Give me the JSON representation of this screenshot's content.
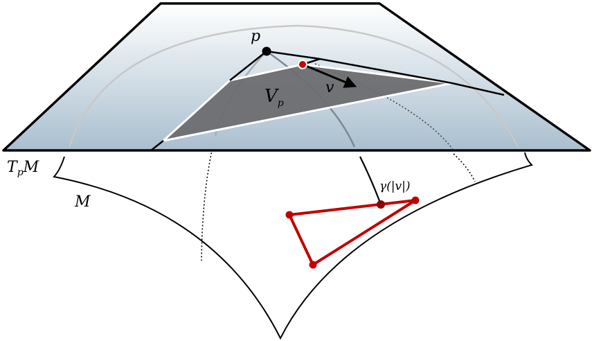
{
  "labels": {
    "tangent_plane": {
      "main": "T",
      "sub": "p",
      "rest": "M"
    },
    "manifold": "M",
    "point": "p",
    "vector": "v",
    "domain": {
      "main": "V",
      "sub": "p"
    },
    "geodesic_point": "γ(|v|)"
  },
  "colors": {
    "plane_top": "#ffffff",
    "plane_bottom": "#a9bfcf",
    "domain_fill": "#6b6d70",
    "curve_gray": "#c8c8c8",
    "triangle_red": "#c00000",
    "ink": "#000000"
  }
}
